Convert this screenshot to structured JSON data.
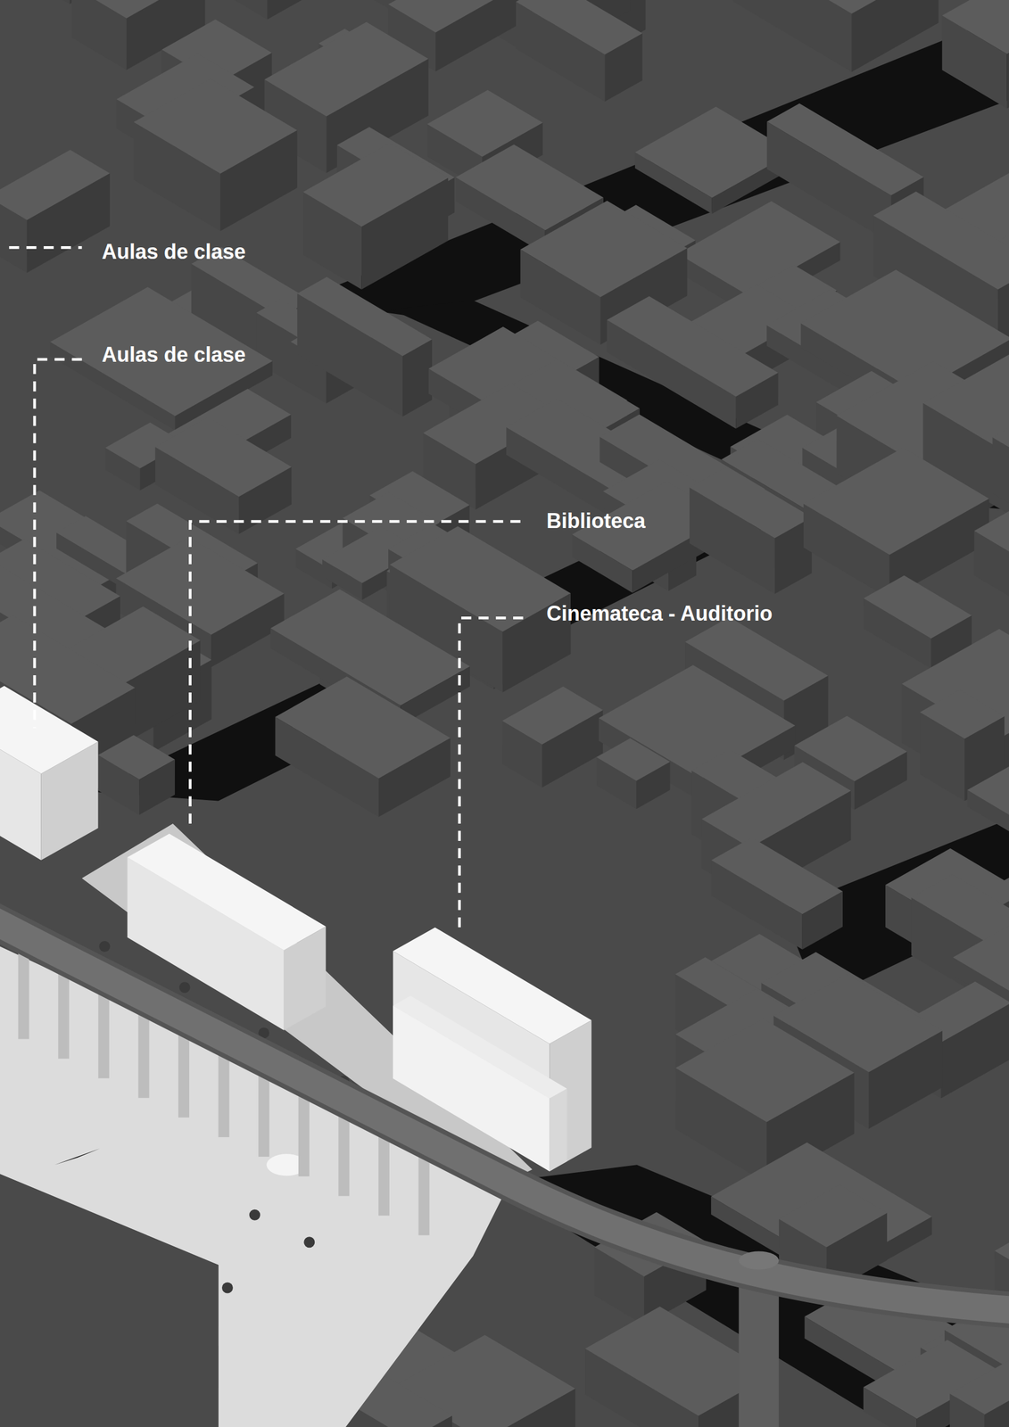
{
  "diagram": {
    "labels": [
      "Aulas de clase",
      "Aulas de clase",
      "Biblioteca",
      "Cinemateca - Auditorio"
    ]
  }
}
